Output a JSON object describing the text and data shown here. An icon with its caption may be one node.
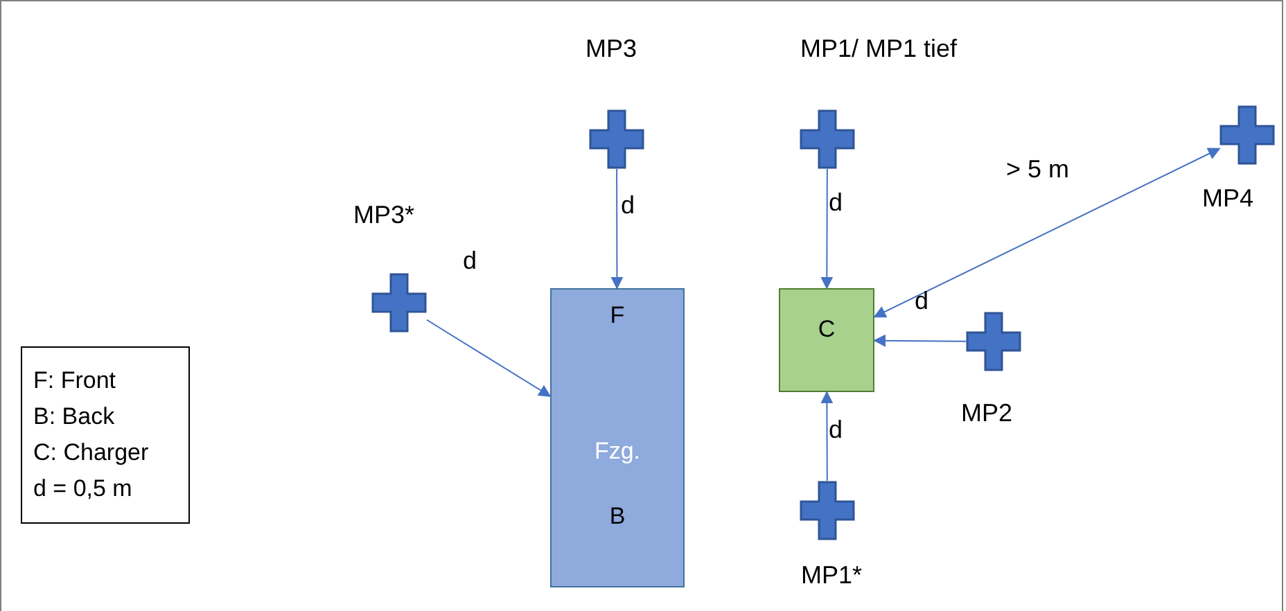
{
  "diagram": {
    "nodes": [
      {
        "text": [
          "F",
          "Fzg.",
          "B"
        ]
      },
      {
        "text": [
          "C"
        ]
      },
      {
        "text": [],
        "shape": "cross",
        "beside": [
          "MP3"
        ]
      },
      {
        "text": [],
        "shape": "cross",
        "beside": [
          "MP3*"
        ]
      },
      {
        "text": [],
        "shape": "cross",
        "beside": [
          "MP1/ MP1 tief"
        ]
      },
      {
        "text": [],
        "shape": "cross",
        "beside": [
          "MP4"
        ]
      },
      {
        "text": [],
        "shape": "cross",
        "beside": [
          "MP2"
        ]
      },
      {
        "text": [],
        "shape": "cross",
        "beside": [
          "MP1*"
        ]
      },
      {
        "text": [
          "F: Front",
          "B: Back",
          "C: Charger",
          "d = 0,5 m"
        ]
      }
    ],
    "edges": [
      {
        "from": 2,
        "to": 0,
        "arrow": "to",
        "label": "d"
      },
      {
        "from": 3,
        "to": 0,
        "arrow": "to",
        "label": "d"
      },
      {
        "from": 4,
        "to": 1,
        "arrow": "to",
        "label": "d"
      },
      {
        "from": 5,
        "to": 1,
        "arrow": "both",
        "label": "> 5 m"
      },
      {
        "from": 6,
        "to": 1,
        "arrow": "to",
        "label": "d"
      },
      {
        "from": 7,
        "to": 1,
        "arrow": "to",
        "label": "d"
      }
    ]
  }
}
